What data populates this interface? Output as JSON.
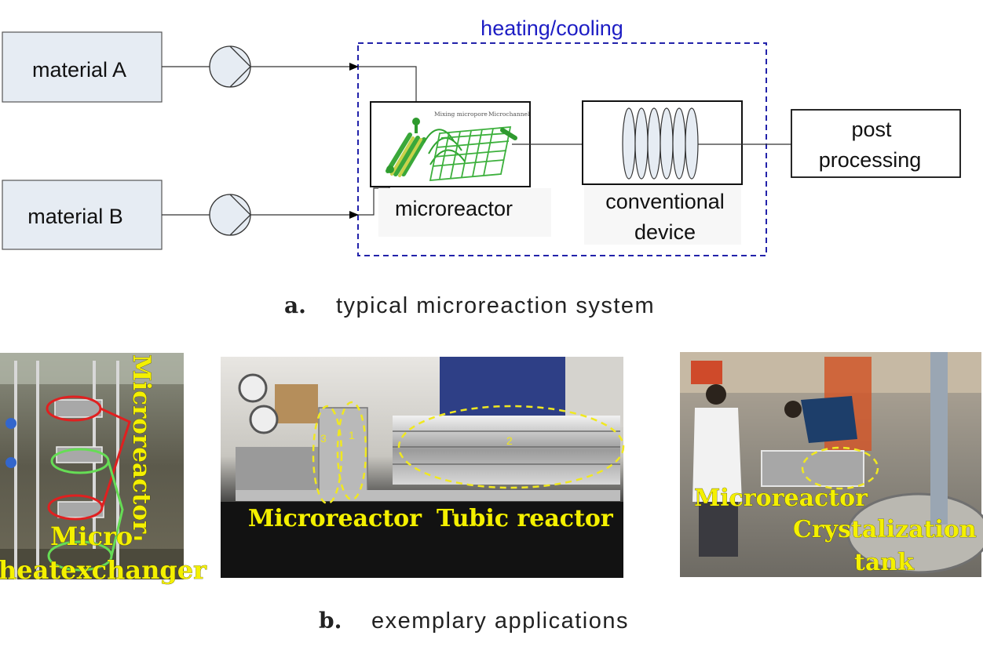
{
  "diagram": {
    "material_a": "material A",
    "material_b": "material B",
    "heating_cooling": "heating/cooling",
    "microreactor": "microreactor",
    "conventional_device_line1": "conventional",
    "conventional_device_line2": "device",
    "post_processing_line1": "post",
    "post_processing_line2": "processing",
    "mixing_micropore": "Mixing micropore",
    "microchannel": "Microchannel",
    "caption_letter": "a.",
    "caption_text": "typical microreaction system"
  },
  "photos": {
    "left": {
      "label_vertical": "Microreactor",
      "label_micro": "Micro-",
      "label_heatexchanger": "heatexchanger"
    },
    "middle": {
      "label_microreactor": "Microreactor",
      "label_tubic": "Tubic reactor",
      "marker_1": "1",
      "marker_2": "2",
      "marker_3": "3"
    },
    "right": {
      "label_microreactor": "Microreactor",
      "label_crystalization": "Crystalization",
      "label_tank": "tank"
    },
    "caption_letter": "b.",
    "caption_text": "exemplary applications"
  },
  "colors": {
    "box_fill": "#e6ecf3",
    "dashed_blue": "#2222aa",
    "heating_text": "#1d1dc4",
    "photo_label": "#f4f000",
    "highlight_red": "#e02020",
    "highlight_green": "#66dd55",
    "highlight_yellow": "#f0e820"
  }
}
